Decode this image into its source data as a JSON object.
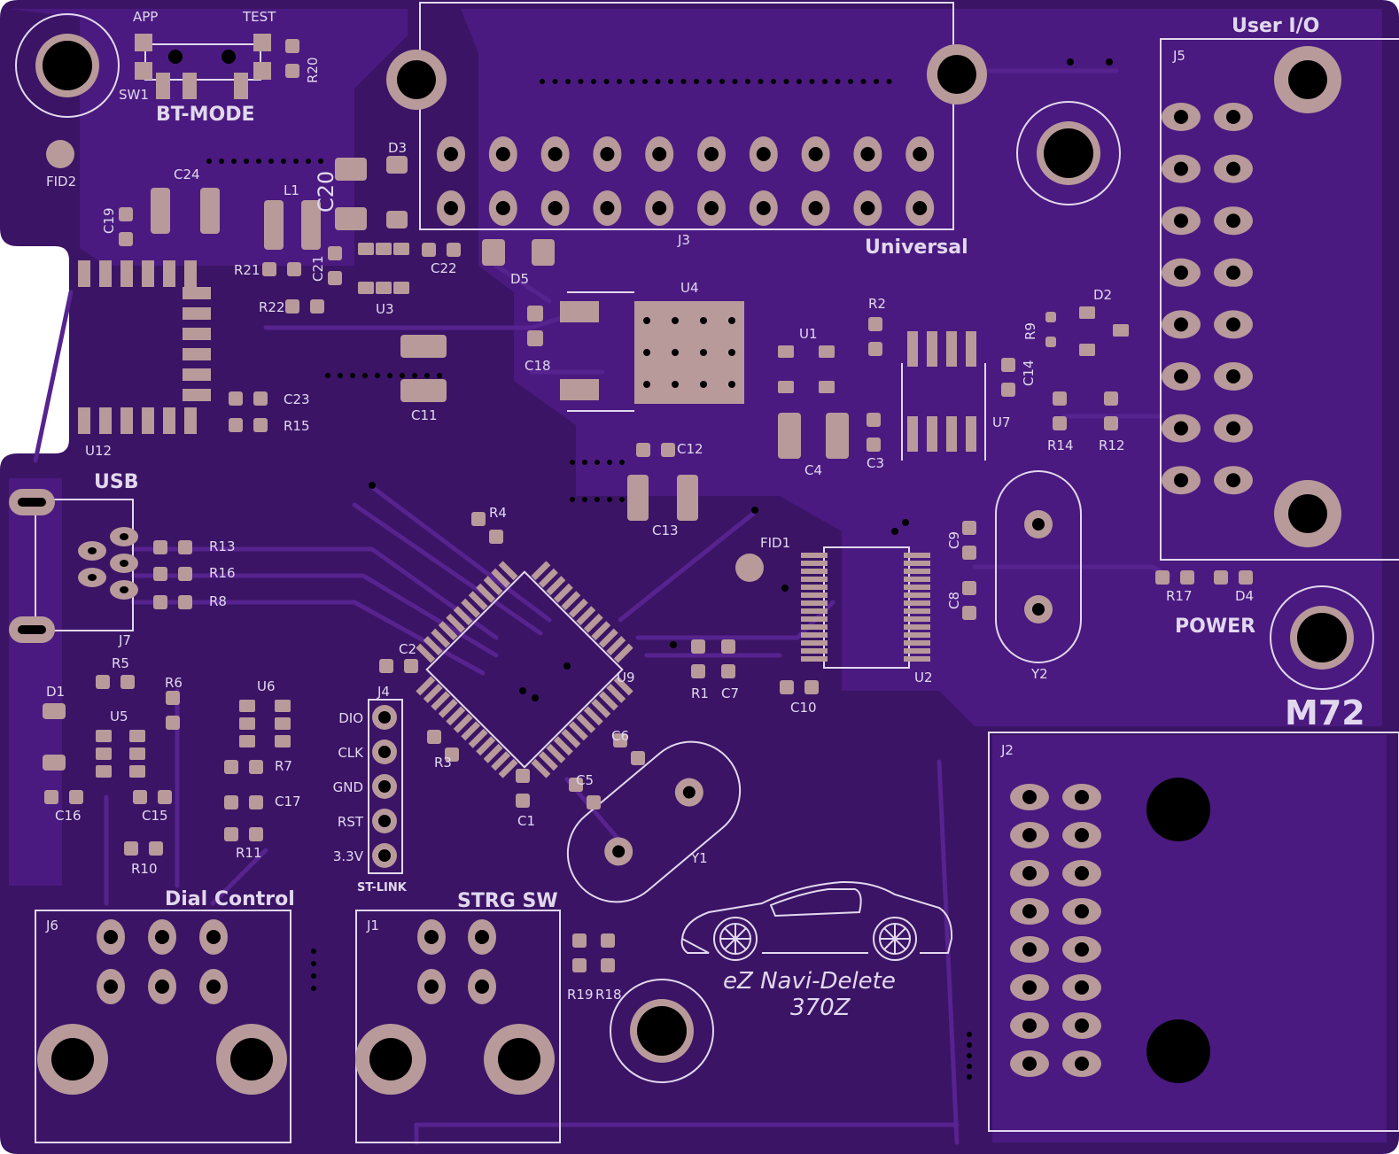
{
  "colors": {
    "substrate": "#3b1466",
    "copper_pour": "#4a1a80",
    "trace": "#5a2698",
    "pad": "#b89a9a",
    "silkscreen": "#e8e0f0",
    "hole": "#000000"
  },
  "board": {
    "title": "eZ Navi-Delete",
    "subtitle": "370Z",
    "model": "M72"
  },
  "sections": {
    "user_io": "User I/O",
    "universal": "Universal",
    "usb": "USB",
    "power": "POWER",
    "bt_mode": "BT-MODE",
    "dial_control": "Dial Control",
    "strg_sw": "STRG SW",
    "st_link": "ST-LINK"
  },
  "switch": {
    "left": "APP",
    "right": "TEST",
    "ref": "SW1"
  },
  "stlink_pins": [
    "DIO",
    "CLK",
    "GND",
    "RST",
    "3.3V"
  ],
  "refs": {
    "j1": "J1",
    "j2": "J2",
    "j3": "J3",
    "j4": "J4",
    "j5": "J5",
    "j6": "J6",
    "j7": "J7",
    "u1": "U1",
    "u2": "U2",
    "u3": "U3",
    "u4": "U4",
    "u5": "U5",
    "u6": "U6",
    "u7": "U7",
    "u9": "U9",
    "u12": "U12",
    "y1": "Y1",
    "y2": "Y2",
    "d1": "D1",
    "d2": "D2",
    "d3": "D3",
    "d4": "D4",
    "d5": "D5",
    "l1": "L1",
    "fid1": "FID1",
    "fid2": "FID2",
    "c1": "C1",
    "c2": "C2",
    "c3": "C3",
    "c4": "C4",
    "c5": "C5",
    "c6": "C6",
    "c7": "C7",
    "c8": "C8",
    "c9": "C9",
    "c10": "C10",
    "c11": "C11",
    "c12": "C12",
    "c13": "C13",
    "c14": "C14",
    "c15": "C15",
    "c16": "C16",
    "c17": "C17",
    "c18": "C18",
    "c19": "C19",
    "c20": "C20",
    "c21": "C21",
    "c22": "C22",
    "c23": "C23",
    "c24": "C24",
    "r1": "R1",
    "r2": "R2",
    "r3": "R3",
    "r4": "R4",
    "r5": "R5",
    "r6": "R6",
    "r7": "R7",
    "r8": "R8",
    "r9": "R9",
    "r10": "R10",
    "r11": "R11",
    "r12": "R12",
    "r13": "R13",
    "r14": "R14",
    "r15": "R15",
    "r16": "R16",
    "r17": "R17",
    "r18": "R18",
    "r19": "R19",
    "r20": "R20",
    "r21": "R21",
    "r22": "R22"
  }
}
